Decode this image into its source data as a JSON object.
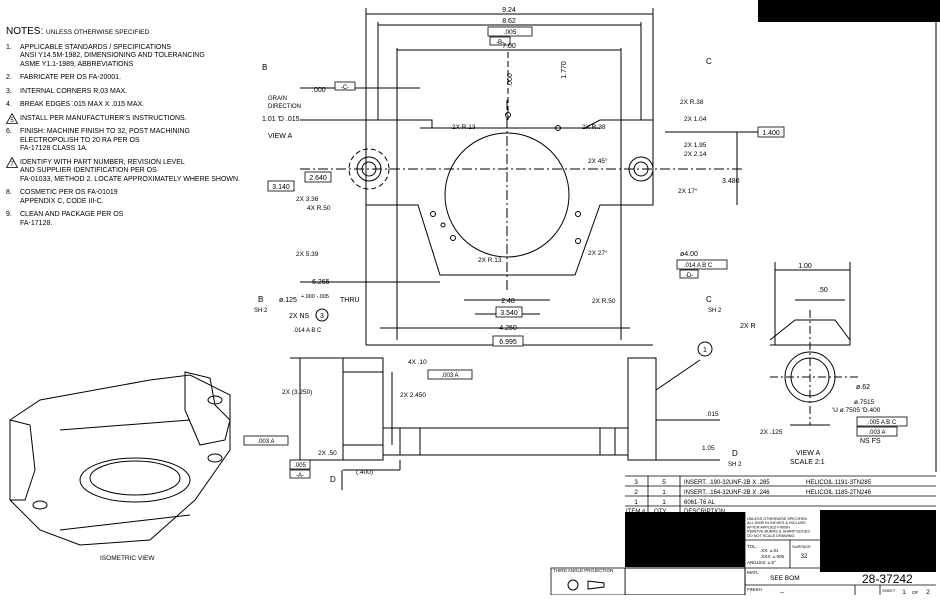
{
  "title_block": {
    "drawing_number": "28-37242",
    "sheet": "1",
    "of": "OF",
    "sheet_total": "2",
    "sheet_label": "SHEET",
    "third_angle": "THIRD ANGLE PROJECTION",
    "see_bom": "SEE BOM",
    "finish_label": "FINISH",
    "matl_label": "MATL",
    "dashes": "--",
    "tolerance_lines": [
      "UNLESS OTHERWISE SPECIFIED",
      "ALL DIMS IN INCHES & INCLUDE",
      "AFTER APPLIED FINISH",
      "REMOVE BURRS & SHARP EDGES",
      "DO NOT SCALE DRAWING"
    ],
    "tol_label": "TOL:",
    "tol_xx": ".XX: ±.01",
    "tol_xxx": ".XXX: ±.005",
    "tol_angles": "ANGLES: ±.5°",
    "surface_label": "SURFACE",
    "surface_value": "32"
  },
  "bom": {
    "headers": [
      "ITEM #",
      "QTY",
      "DESCRIPTION"
    ],
    "rows": [
      {
        "item": "3",
        "qty": "5",
        "desc": "INSERT, .190-32UNF-2B X .285",
        "part": "HELICOIL 1191-3TN285"
      },
      {
        "item": "2",
        "qty": "1",
        "desc": "INSERT, .164-32UNF-2B X .246",
        "part": "HELICOIL 1185-2TN246"
      },
      {
        "item": "1",
        "qty": "1",
        "desc": "6061-T6 AL",
        "part": ""
      }
    ]
  },
  "notes": {
    "header": "NOTES:",
    "header_sub": "UNLESS OTHERWISE SPECIFIED",
    "items": [
      {
        "num": "1.",
        "text": "APPLICABLE STANDARDS / SPECIFICATIONS\nANSI Y14.5M-1982, DIMENSIONING AND TOLERANCING\nASME Y1.1-1989, ABBREVIATIONS"
      },
      {
        "num": "2.",
        "text": "FABRICATE PER OS FA-20001."
      },
      {
        "num": "3.",
        "text": "INTERNAL CORNERS R.03 MAX."
      },
      {
        "num": "4.",
        "text": "BREAK EDGES .015 MAX  X .015 MAX."
      },
      {
        "num": "5",
        "flag": true,
        "text": "INSTALL PER MANUFACTURER'S INSTRUCTIONS."
      },
      {
        "num": "6.",
        "text": "FINISH: MACHINE FINISH TO 32, POST MACHINING\nELECTROPOLISH TO 20 RA PER OS\nFA-17128 CLASS 1A."
      },
      {
        "num": "7",
        "flag": true,
        "text": "IDENTIFY WITH PART NUMBER, REVISION LEVEL\nAND SUPPLIER IDENTIFICATION PER OS\nFA-01033, METHOD 2. LOCATE APPROXIMATELY WHERE SHOWN."
      },
      {
        "num": "8.",
        "text": "COSMETIC PER OS FA-01019\nAPPENDIX C, CODE III-C."
      },
      {
        "num": "9.",
        "text": "CLEAN AND PACKAGE PER OS\nFA-17128."
      }
    ]
  },
  "labels": {
    "isometric": "ISOMETRIC VIEW",
    "grain": "GRAIN",
    "direction": "DIRECTION",
    "view_a": "VIEW A",
    "view_a_detail": "VIEW A",
    "scale": "SCALE 2:1",
    "ns_fs": "NS FS",
    "b": "B",
    "c": "C",
    "d": "D",
    "sh2": "SH 2",
    "datum_a": "-A-",
    "datum_b": "-B-",
    "datum_c": "-C-",
    "datum_d": "-D-",
    "balloon": "1",
    "thru": "THRU",
    "two_x_ns": "2X NS",
    "ns_balloon": "3"
  },
  "dims": {
    "d924": "9.24",
    "d862": "8.62",
    "d700": "7.00",
    "d000": ".000",
    "d1770": "1.770",
    "dc000": ".000",
    "fcf_005_b": ".005",
    "d101": "1.01 'D .015",
    "r13a": "2X R.13",
    "r38a": "2X R.38",
    "r38b": "2X R.38",
    "d104": "2X 1.04",
    "d1400": "1.400",
    "d195": "2X 1.95",
    "d214": "2X 2.14",
    "a45": "2X 45°",
    "a17": "2X 17°",
    "d3480": "3.480",
    "d2640": "2.640",
    "d3140": "3.140",
    "d336": "2X 3.36",
    "r50a": "4X R.50",
    "d539": "2X 5.39",
    "r13b": "2X R.13",
    "a27": "2X 27°",
    "d400": "ø4.00",
    "fcf014": ".014",
    "d6265": "6.265",
    "d125": "ø.125",
    "d125tol": "+.000 -.005",
    "fcf014b": ".014",
    "d248": "2.48",
    "d3540": "3.540",
    "r50b": "2X R.50",
    "d4250": "4.250",
    "d6995": "6.995",
    "d100": "1.00",
    "d50": ".50",
    "rx": "2X R",
    "d62": "ø.62",
    "d7515": "ø.7515",
    "d7505": "'U ø.7505 'D.400",
    "fcf005": ".005",
    "fcf003": ".003",
    "d125b": "2X .125",
    "d4x10": "4X .10",
    "fcf003b": ".003",
    "d3250": "2X (3.250)",
    "d2450": "2X 2.450",
    "fcf003c": ".003",
    "d50b": "2X .50",
    "fcf005c": ".005",
    "d400p": "(.400)",
    "d015": ".015",
    "d105": "1.05"
  }
}
